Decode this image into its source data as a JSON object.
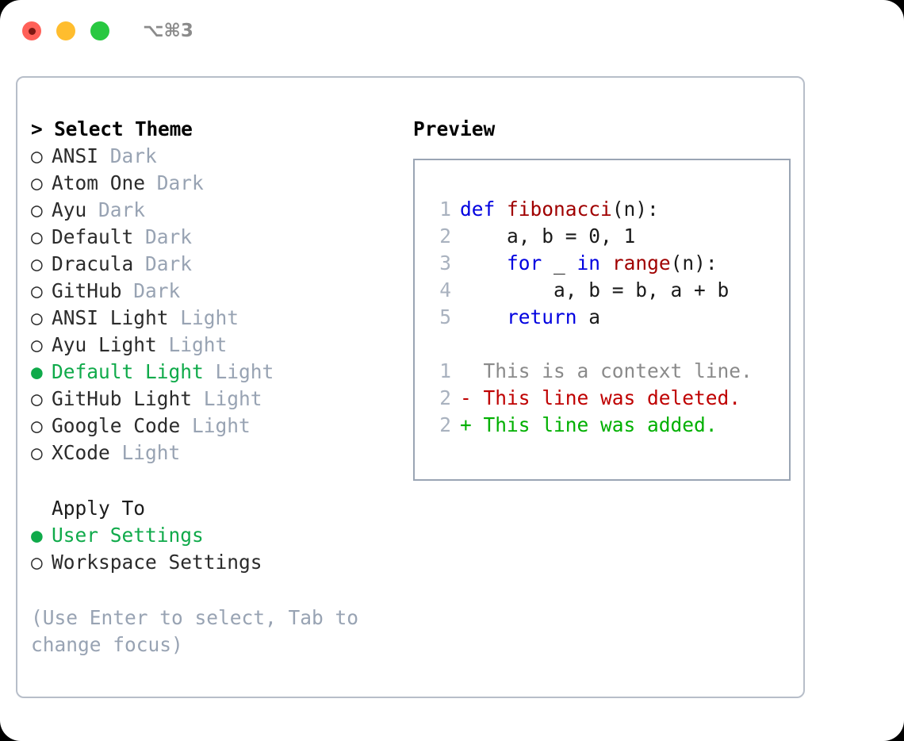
{
  "titlebar": {
    "traffic_lights": [
      {
        "name": "close-button",
        "color": "#ff6058"
      },
      {
        "name": "minimize-button",
        "color": "#ffbd2e"
      },
      {
        "name": "maximize-button",
        "color": "#28c840"
      }
    ],
    "shortcut": "⌥⌘3"
  },
  "left": {
    "section_title": "> Select Theme",
    "themes": [
      {
        "bullet": "○",
        "name": "ANSI",
        "kind": "Dark",
        "selected": false
      },
      {
        "bullet": "○",
        "name": "Atom One",
        "kind": "Dark",
        "selected": false
      },
      {
        "bullet": "○",
        "name": "Ayu",
        "kind": "Dark",
        "selected": false
      },
      {
        "bullet": "○",
        "name": "Default",
        "kind": "Dark",
        "selected": false
      },
      {
        "bullet": "○",
        "name": "Dracula",
        "kind": "Dark",
        "selected": false
      },
      {
        "bullet": "○",
        "name": "GitHub",
        "kind": "Dark",
        "selected": false
      },
      {
        "bullet": "○",
        "name": "ANSI Light",
        "kind": "Light",
        "selected": false
      },
      {
        "bullet": "○",
        "name": "Ayu Light",
        "kind": "Light",
        "selected": false
      },
      {
        "bullet": "●",
        "name": "Default Light",
        "kind": "Light",
        "selected": true
      },
      {
        "bullet": "○",
        "name": "GitHub Light",
        "kind": "Light",
        "selected": false
      },
      {
        "bullet": "○",
        "name": "Google Code",
        "kind": "Light",
        "selected": false
      },
      {
        "bullet": "○",
        "name": "XCode",
        "kind": "Light",
        "selected": false
      }
    ],
    "apply_to_label": "Apply To",
    "apply_to_options": [
      {
        "bullet": "●",
        "label": "User Settings",
        "selected": true
      },
      {
        "bullet": "○",
        "label": "Workspace Settings",
        "selected": false
      }
    ],
    "hint": "(Use Enter to select, Tab to change focus)"
  },
  "right": {
    "preview_title": "Preview",
    "code_lines": [
      {
        "num": "1",
        "tokens": [
          {
            "t": "def ",
            "c": "kw"
          },
          {
            "t": "fibonacci",
            "c": "fn"
          },
          {
            "t": "(n):",
            "c": "plain"
          }
        ]
      },
      {
        "num": "2",
        "tokens": [
          {
            "t": "    a, b = 0, 1",
            "c": "plain"
          }
        ]
      },
      {
        "num": "3",
        "tokens": [
          {
            "t": "    ",
            "c": "plain"
          },
          {
            "t": "for",
            "c": "kw"
          },
          {
            "t": " _ ",
            "c": "plain"
          },
          {
            "t": "in ",
            "c": "kw"
          },
          {
            "t": "range",
            "c": "fn"
          },
          {
            "t": "(n):",
            "c": "plain"
          }
        ]
      },
      {
        "num": "4",
        "tokens": [
          {
            "t": "        a, b = b, a + b",
            "c": "plain"
          }
        ]
      },
      {
        "num": "5",
        "tokens": [
          {
            "t": "    ",
            "c": "plain"
          },
          {
            "t": "return",
            "c": "kw"
          },
          {
            "t": " a",
            "c": "plain"
          }
        ]
      }
    ],
    "diff_lines": [
      {
        "num": "1",
        "text": "  This is a context line.",
        "kind": "ctx"
      },
      {
        "num": "2",
        "text": "- This line was deleted.",
        "kind": "del"
      },
      {
        "num": "2",
        "text": "+ This line was added.",
        "kind": "add"
      }
    ]
  },
  "colors": {
    "accent_green": "#0faa4a",
    "muted_gray": "#98a3b3",
    "keyword_blue": "#0000e0",
    "function_red": "#a00000",
    "diff_delete": "#bf0000",
    "diff_add": "#00b000",
    "panel_border": "#b7bec9"
  }
}
